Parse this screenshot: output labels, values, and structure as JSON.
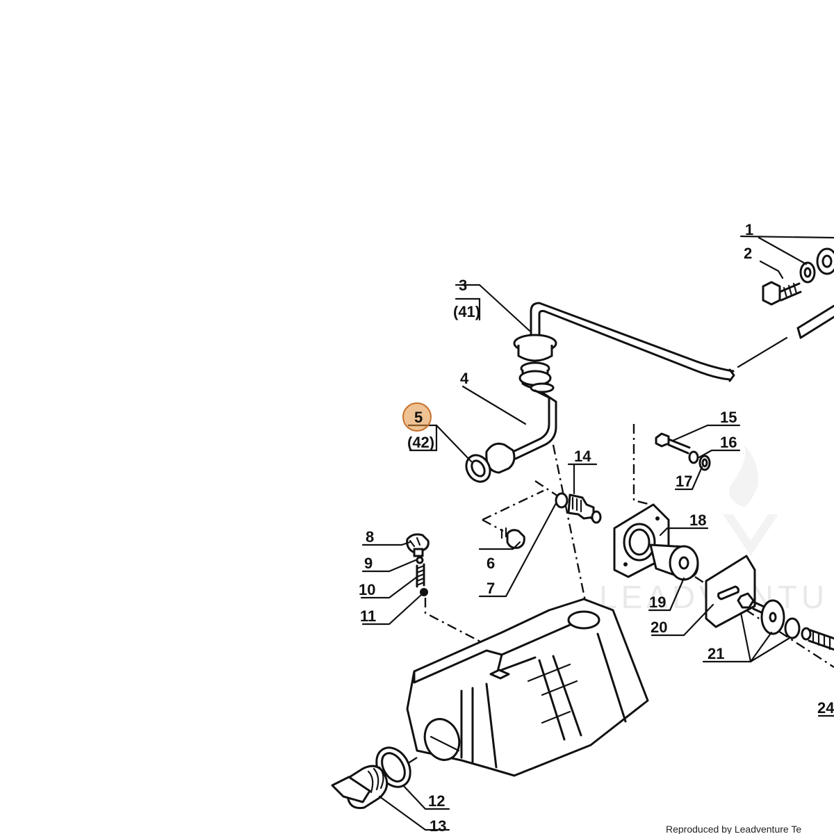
{
  "watermark": {
    "text": "LEADVENTU"
  },
  "footer": {
    "text": "Reproduced by Leadventure Te"
  },
  "highlight": {
    "color": "#e28f3c",
    "target": "5"
  },
  "callouts": {
    "c1": "1",
    "c2": "2",
    "c3": "3",
    "c3_ref": "(41)",
    "c4": "4",
    "c5": "5",
    "c5_ref": "(42)",
    "c6": "6",
    "c7": "7",
    "c8": "8",
    "c9": "9",
    "c10": "10",
    "c11": "11",
    "c12": "12",
    "c13": "13",
    "c14": "14",
    "c15": "15",
    "c16": "16",
    "c17": "17",
    "c18": "18",
    "c19": "19",
    "c20": "20",
    "c21": "21",
    "c24": "24"
  }
}
